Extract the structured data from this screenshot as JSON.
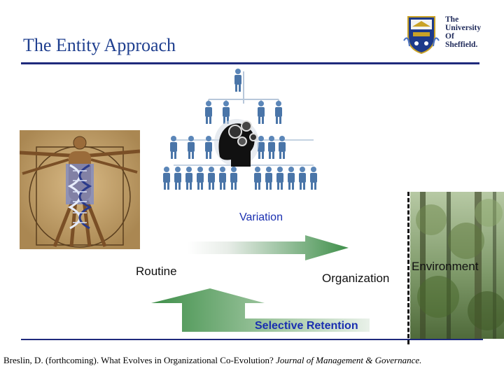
{
  "header": {
    "title": "The Entity Approach",
    "logo_lines": [
      "The",
      "University",
      "Of",
      "Sheffield."
    ]
  },
  "diagram": {
    "variation_label": "Variation",
    "routine_label": "Routine",
    "organization_label": "Organization",
    "environment_label": "Environment",
    "selective_retention_label": "Selective Retention"
  },
  "citation": {
    "prefix": "Breslin, D. (forthcoming). What Evolves in Organizational Co-Evolution? ",
    "journal": "Journal of Management & Governance.",
    "suffix": ""
  },
  "colors": {
    "title": "#1f3f8f",
    "rule": "#1f2a7c",
    "arrow_green": "#3f8f4a",
    "label_blue": "#1a2fb0"
  }
}
